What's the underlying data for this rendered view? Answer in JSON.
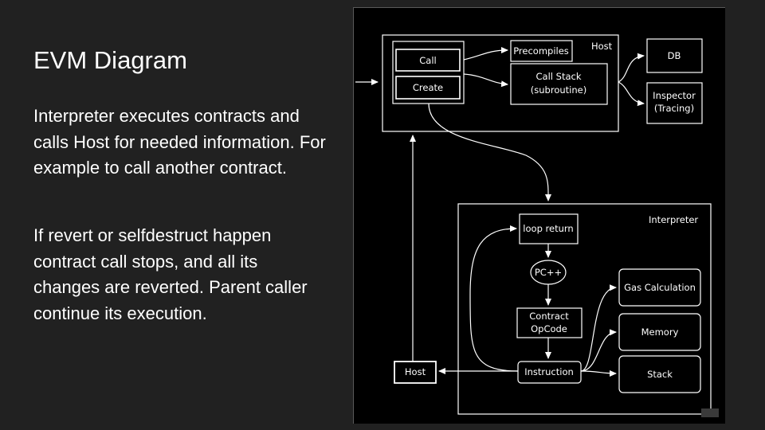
{
  "title": "EVM Diagram",
  "paragraphs": [
    "Interpreter executes contracts and calls Host for needed information. For example to call another contract.",
    "If revert or selfdestruct happen contract call stops, and all its changes are reverted. Parent caller continue its execution."
  ],
  "diagram": {
    "host_label": "Host",
    "call": "Call",
    "create": "Create",
    "precompiles": "Precompiles",
    "call_stack_line1": "Call Stack",
    "call_stack_line2": "(subroutine)",
    "db": "DB",
    "inspector_line1": "Inspector",
    "inspector_line2": "(Tracing)",
    "interpreter_label": "Interpreter",
    "loop_return": "loop return",
    "pc": "PC++",
    "contract_opcode_line1": "Contract",
    "contract_opcode_line2": "OpCode",
    "instruction": "Instruction",
    "host_box": "Host",
    "gas_calculation": "Gas Calculation",
    "memory": "Memory",
    "stack": "Stack"
  },
  "colors": {
    "background": "#212121",
    "panel": "#000000",
    "stroke": "#ffffff",
    "text": "#ffffff"
  }
}
